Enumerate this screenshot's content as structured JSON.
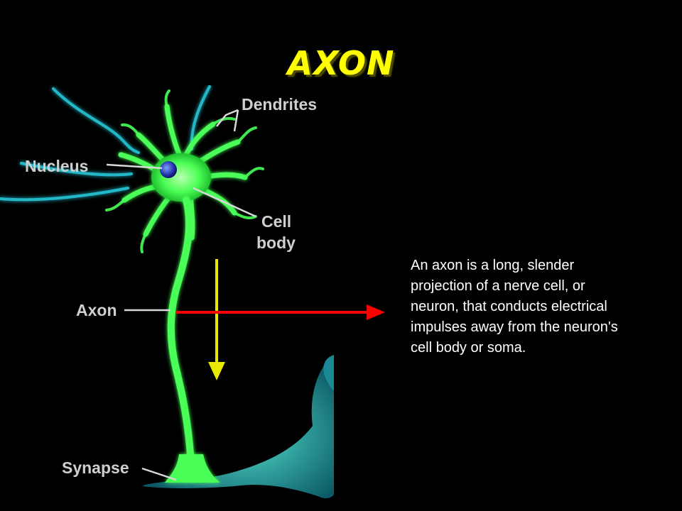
{
  "slide": {
    "title": "AXON",
    "description": "An axon is a long, slender projection of a nerve cell, or neuron, that conducts electrical impulses away from the neuron's cell body or soma."
  },
  "diagram": {
    "labels": {
      "dendrites": "Dendrites",
      "nucleus": "Nucleus",
      "cell_line1": "Cell",
      "cell_line2": "body",
      "axon": "Axon",
      "synapse": "Synapse"
    }
  },
  "colors": {
    "background": "#000000",
    "title": "#ffff00",
    "neuron": "#44ff55",
    "dendrite_neighbor": "#22b8c8",
    "nucleus": "#2233aa",
    "red_arrow": "#ff0000",
    "yellow_arrow": "#e8e800",
    "label": "#cfcfcf",
    "text": "#ffffff"
  }
}
